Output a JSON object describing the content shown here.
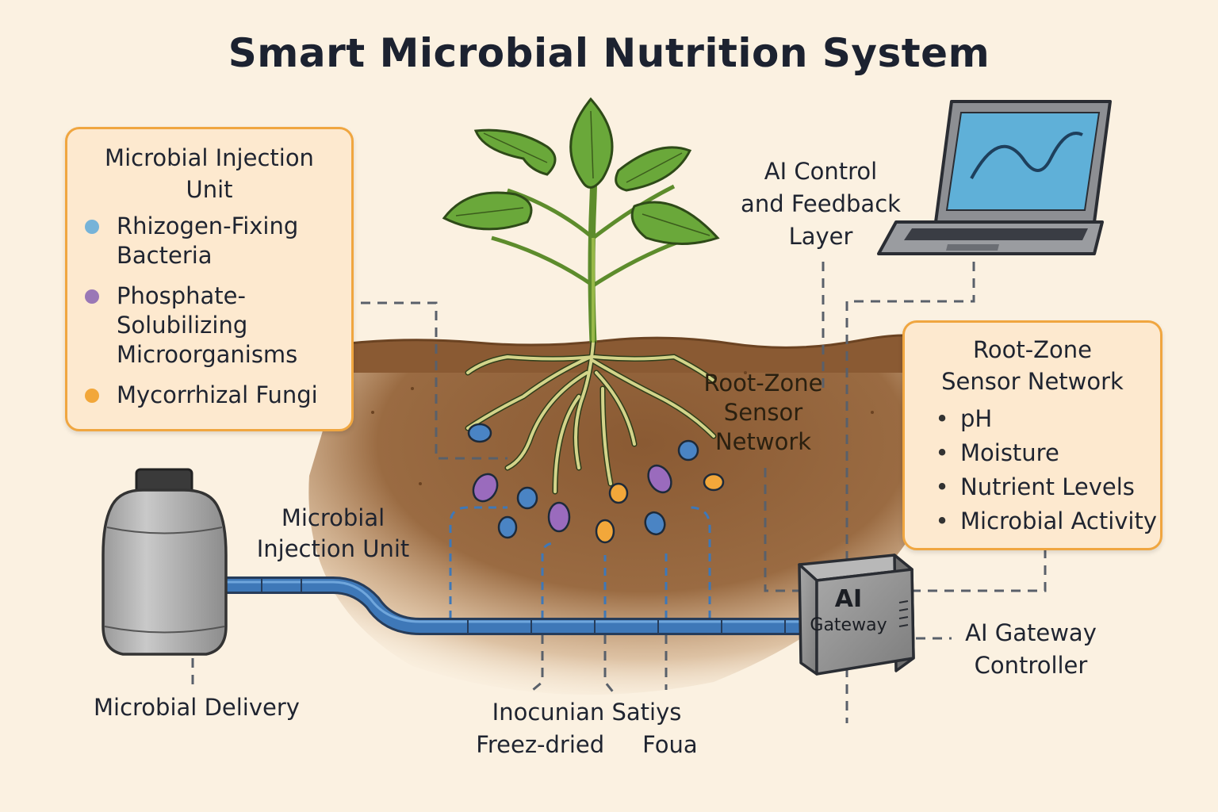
{
  "title": "Smart Microbial Nutrition System",
  "injection_box": {
    "title_line1": "Microbial Injection",
    "title_line2": "Unit",
    "items": [
      {
        "line1": "Rhizogen-Fixing",
        "line2": "Bacteria",
        "line3": "",
        "color": "#76b3d8"
      },
      {
        "line1": "Phosphate-",
        "line2": "Solubilizing",
        "line3": "Microorganisms",
        "color": "#9a78b6"
      },
      {
        "line1": "Mycorrhizal Fungi",
        "line2": "",
        "line3": "",
        "color": "#f2a73a"
      }
    ]
  },
  "sensor_box": {
    "title_line1": "Root-Zone",
    "title_line2": "Sensor Network",
    "items": [
      "pH",
      "Moisture",
      "Nutrient Levels",
      "Microbial Activity"
    ]
  },
  "labels": {
    "ai_control_line1": "AI Control",
    "ai_control_line2": "and Feedback",
    "ai_control_line3": "Layer",
    "root_zone_line1": "Root-Zone",
    "root_zone_line2": "Sensor",
    "root_zone_line3": "Network",
    "injection_line1": "Microbial",
    "injection_line2": "Injection Unit",
    "delivery": "Microbial Delivery",
    "inoculant_line1": "Inocunian Satiys",
    "inoculant_line2a": "Freez-dried",
    "inoculant_line2b": "Foua",
    "gateway_ctrl_line1": "AI Gateway",
    "gateway_ctrl_line2": "Controller"
  },
  "gateway_device": {
    "line1": "AI",
    "line2": "Gateway"
  },
  "colors": {
    "background": "#fbf1e1",
    "soil": "#8a5a33",
    "box_border": "#f0a640",
    "box_fill": "#fde9cf",
    "pipe": "#3e78b8",
    "leaf": "#6aa83a",
    "dashed_line": "#59606a"
  },
  "icons": [
    "microbial-tank-icon",
    "laptop-icon",
    "ai-gateway-device-icon",
    "plant-icon"
  ]
}
